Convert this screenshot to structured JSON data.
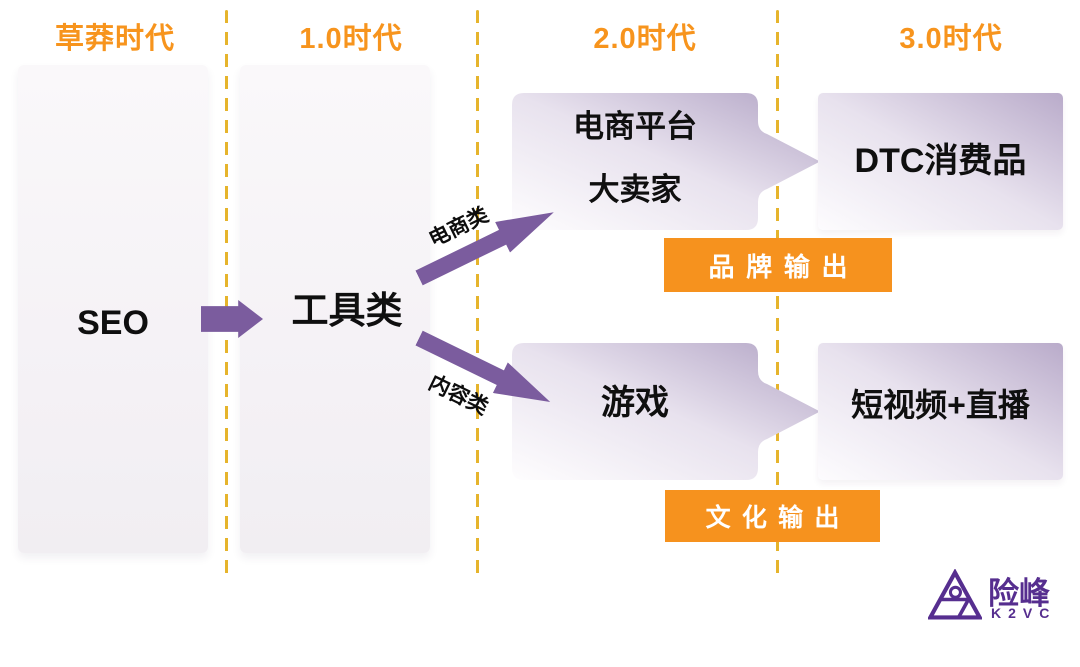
{
  "eras": [
    {
      "label": "草莽时代"
    },
    {
      "label": "1.0时代"
    },
    {
      "label": "2.0时代"
    },
    {
      "label": "3.0时代"
    }
  ],
  "nodes": {
    "seo": "SEO",
    "tools": "工具类",
    "ecom_line1": "电商平台",
    "ecom_line2": "大卖家",
    "dtc": "DTC消费品",
    "games": "游戏",
    "short_video": "短视频+直播"
  },
  "branches": {
    "ecommerce": "电商类",
    "content": "内容类"
  },
  "badges": {
    "brand": "品牌输出",
    "culture": "文化输出"
  },
  "logo": {
    "brand": "险峰",
    "sub": "K2VC",
    "icon": "k2vc-triangle-icon"
  },
  "colors": {
    "orange": "#F7941D",
    "dash_gold": "#E6B42C",
    "arrow_purple": "#7B5C9E",
    "box_lavender_dark": "#B2A4C5",
    "panel_light": "#F5F2F6",
    "logo_purple": "#562E8F",
    "text": "#111111",
    "background": "#FFFFFF"
  }
}
